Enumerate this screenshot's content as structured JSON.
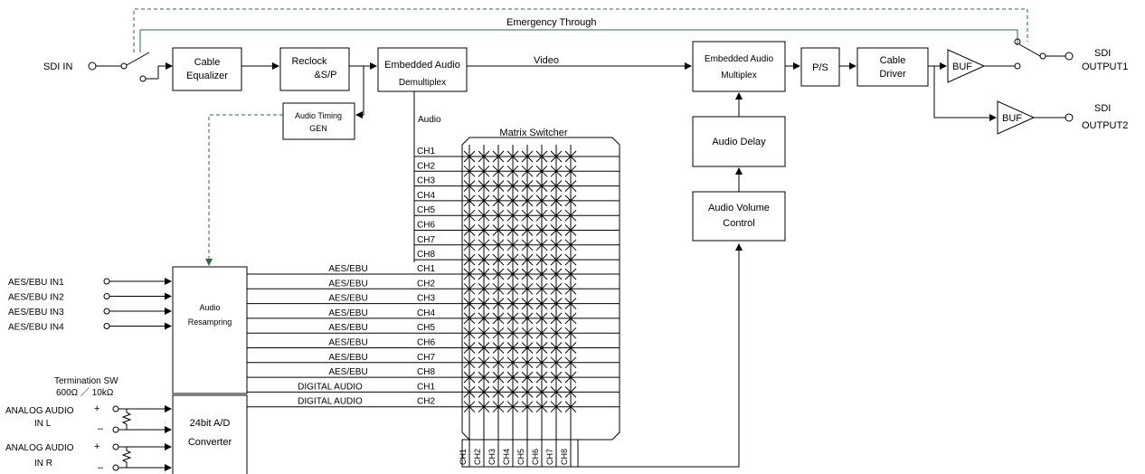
{
  "blocks": {
    "cable_equalizer": [
      "Cable",
      "Equalizer"
    ],
    "reclock": [
      "Reclock",
      "&S/P"
    ],
    "demux": [
      "Embedded Audio",
      "Demultiplex"
    ],
    "audio_timing": [
      "Audio Timing",
      "GEN"
    ],
    "mux": [
      "Embedded Audio",
      "Multiplex"
    ],
    "ps": "P/S",
    "cable_driver": [
      "Cable",
      "Driver"
    ],
    "buf": "BUF",
    "audio_delay": "Audio Delay",
    "audio_volume": [
      "Audio Volume",
      "Control"
    ],
    "audio_resampring": [
      "Audio",
      "Resampring"
    ],
    "ad_converter": [
      "24bit A/D",
      "Converter"
    ],
    "matrix_title": "Matrix  Switcher"
  },
  "labels": {
    "emergency": "Emergency Through",
    "sdi_in": "SDI IN",
    "sdi_out1": [
      "SDI",
      "OUTPUT1"
    ],
    "sdi_out2": [
      "SDI",
      "OUTPUT2"
    ],
    "video": "Video",
    "audio": "Audio",
    "termination": "Termination    SW",
    "termination_values": "600Ω ／ 10kΩ",
    "analog_l": [
      "ANALOG AUDIO",
      "IN L"
    ],
    "analog_r": [
      "ANALOG AUDIO",
      "IN R"
    ],
    "plus": "+",
    "minus": "–"
  },
  "aes_inputs": [
    "AES/EBU IN1",
    "AES/EBU IN2",
    "AES/EBU IN3",
    "AES/EBU IN4"
  ],
  "channels": [
    "CH1",
    "CH2",
    "CH3",
    "CH4",
    "CH5",
    "CH6",
    "CH7",
    "CH8"
  ],
  "aes_lines": [
    {
      "label": "AES/EBU",
      "ch": "CH1"
    },
    {
      "label": "AES/EBU",
      "ch": "CH2"
    },
    {
      "label": "AES/EBU",
      "ch": "CH3"
    },
    {
      "label": "AES/EBU",
      "ch": "CH4"
    },
    {
      "label": "AES/EBU",
      "ch": "CH5"
    },
    {
      "label": "AES/EBU",
      "ch": "CH6"
    },
    {
      "label": "AES/EBU",
      "ch": "CH7"
    },
    {
      "label": "AES/EBU",
      "ch": "CH8"
    }
  ],
  "digital_lines": [
    {
      "label": "DIGITAL AUDIO",
      "ch": "CH1"
    },
    {
      "label": "DIGITAL AUDIO",
      "ch": "CH2"
    }
  ]
}
